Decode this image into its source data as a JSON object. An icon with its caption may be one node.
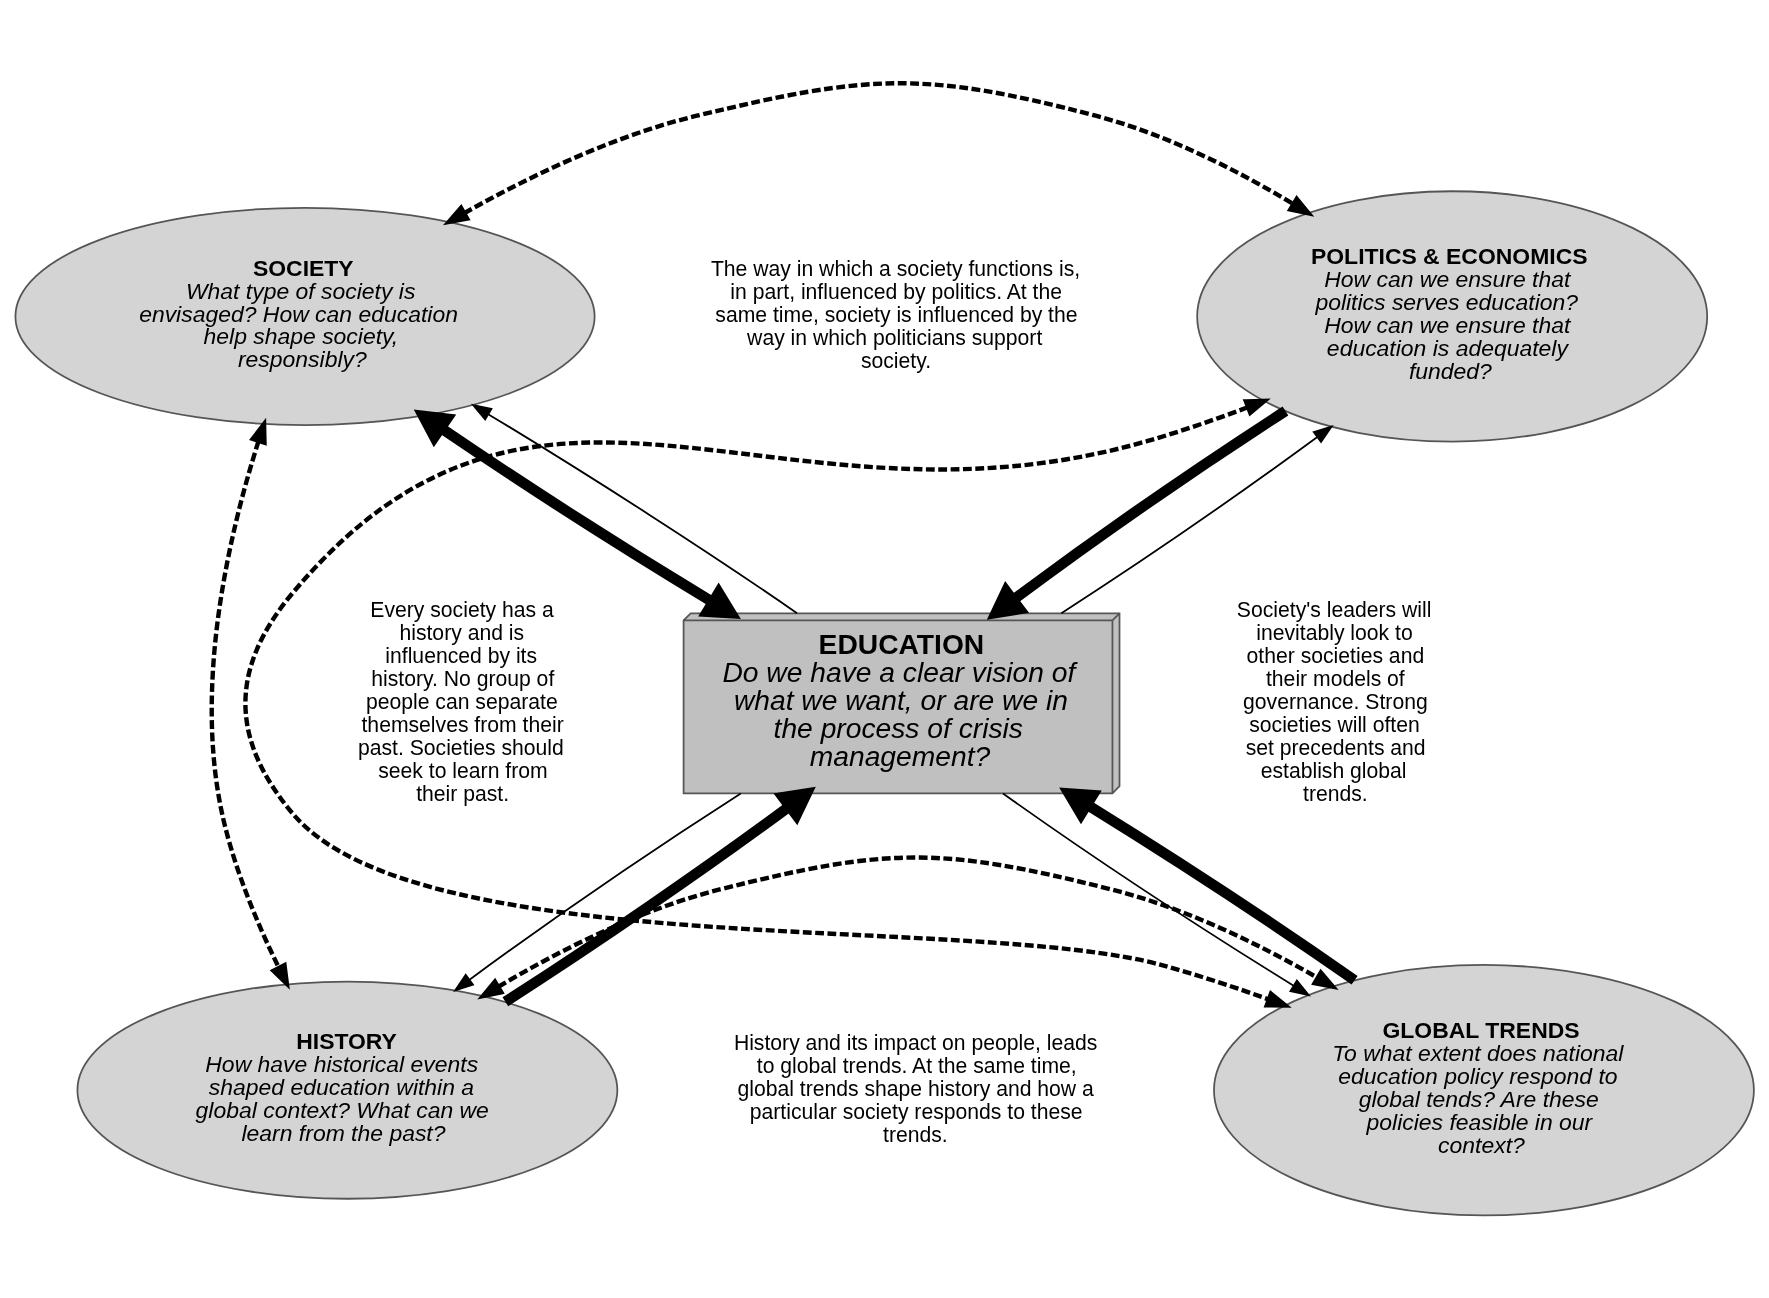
{
  "diagram": {
    "nodes": [
      {
        "text": [
          "SOCIETY",
          "What type of society is envisaged? How can education help shape society, responsibly?"
        ]
      },
      {
        "text": [
          "POLITICS & ECONOMICS",
          "How can we ensure that politics serves education? How can we ensure that education is adequately funded?"
        ]
      },
      {
        "text": [
          "EDUCATION",
          "Do we have a clear vision of what we want, or are we in the process of crisis management?"
        ]
      },
      {
        "text": [
          "HISTORY",
          "How have historical events shaped education within a global context? What can we learn from the past?"
        ]
      },
      {
        "text": [
          "GLOBAL TRENDS",
          "To what extent does national education policy respond to global tends? Are these policies feasible in our context?"
        ]
      }
    ],
    "edges": [
      {
        "from": 0,
        "to": 1,
        "arrow": "both",
        "style": "dashed"
      },
      {
        "from": 0,
        "to": 2,
        "arrow": "both",
        "style": "thick"
      },
      {
        "from": 2,
        "to": 0,
        "arrow": "to"
      },
      {
        "from": 1,
        "to": 2,
        "arrow": "to",
        "style": "thick"
      },
      {
        "from": 2,
        "to": 1,
        "arrow": "to"
      },
      {
        "from": 0,
        "to": 3,
        "arrow": "both",
        "style": "dashed"
      },
      {
        "from": 1,
        "to": 4,
        "arrow": "both",
        "style": "dashed"
      },
      {
        "from": 3,
        "to": 2,
        "arrow": "to",
        "style": "thick"
      },
      {
        "from": 2,
        "to": 3,
        "arrow": "to"
      },
      {
        "from": 4,
        "to": 2,
        "arrow": "to",
        "style": "thick"
      },
      {
        "from": 2,
        "to": 4,
        "arrow": "to"
      },
      {
        "from": 3,
        "to": 4,
        "arrow": "both",
        "style": "dashed"
      }
    ],
    "labels": [
      "The way in which a society functions is, in part, influenced by politics. At the same time, society is influenced by the way in which politicians support society.",
      "Every society has a history and is influenced by its history. No group of people can separate themselves from their past. Societies should seek to learn from their past.",
      "Society's leaders will inevitably look to other societies and their models of governance. Strong societies will often set precedents and establish global trends.",
      "History and its impact on people, leads to global trends. At the same time, global trends shape history and how a particular society responds to these trends."
    ]
  }
}
